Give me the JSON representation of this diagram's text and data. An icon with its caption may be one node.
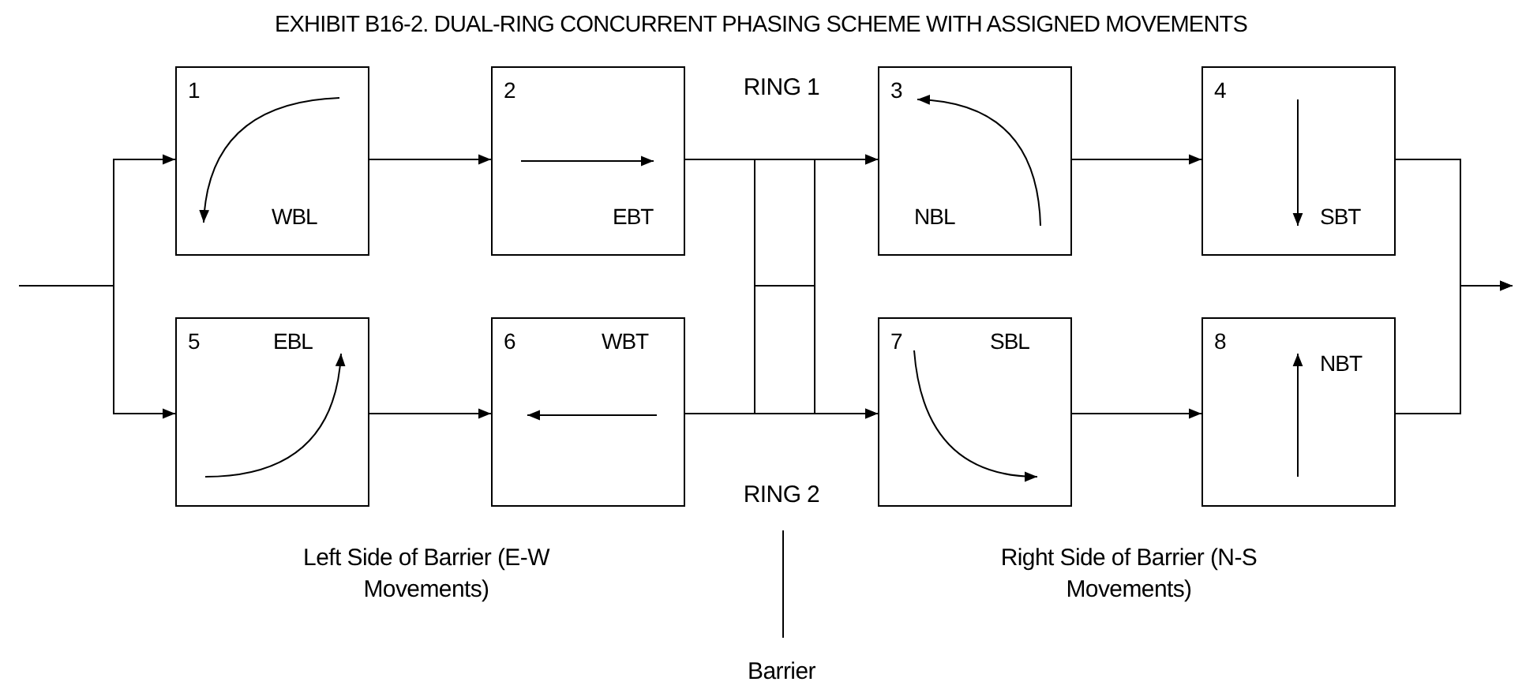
{
  "diagram": {
    "title": "EXHIBIT B16-2.  DUAL-RING CONCURRENT PHASING SCHEME WITH ASSIGNED MOVEMENTS",
    "nodes": [
      {
        "text": [
          "1",
          "WBL"
        ]
      },
      {
        "text": [
          "2",
          "EBT"
        ]
      },
      {
        "text": [
          "3",
          "NBL"
        ]
      },
      {
        "text": [
          "4",
          "SBT"
        ]
      },
      {
        "text": [
          "5",
          "EBL"
        ]
      },
      {
        "text": [
          "6",
          "WBT"
        ]
      },
      {
        "text": [
          "7",
          "SBL"
        ]
      },
      {
        "text": [
          "8",
          "NBT"
        ]
      }
    ],
    "edges": [
      {
        "from": null,
        "to": 0,
        "arrow": "to"
      },
      {
        "from": null,
        "to": 4,
        "arrow": "to"
      },
      {
        "from": 0,
        "to": 1,
        "arrow": "to"
      },
      {
        "from": 4,
        "to": 5,
        "arrow": "to"
      },
      {
        "from": 1,
        "to": 2,
        "arrow": "to"
      },
      {
        "from": 1,
        "to": 6,
        "arrow": "to"
      },
      {
        "from": 5,
        "to": 2,
        "arrow": "to"
      },
      {
        "from": 5,
        "to": 6,
        "arrow": "to"
      },
      {
        "from": 2,
        "to": 3,
        "arrow": "to"
      },
      {
        "from": 6,
        "to": 7,
        "arrow": "to"
      },
      {
        "from": 3,
        "to": null,
        "arrow": "to"
      },
      {
        "from": 7,
        "to": null,
        "arrow": "to"
      }
    ],
    "labels": [
      "RING 1",
      "RING 2",
      "Left Side of Barrier (E-W Movements)",
      "Right Side of Barrier (N-S Movements)",
      "Barrier"
    ]
  }
}
